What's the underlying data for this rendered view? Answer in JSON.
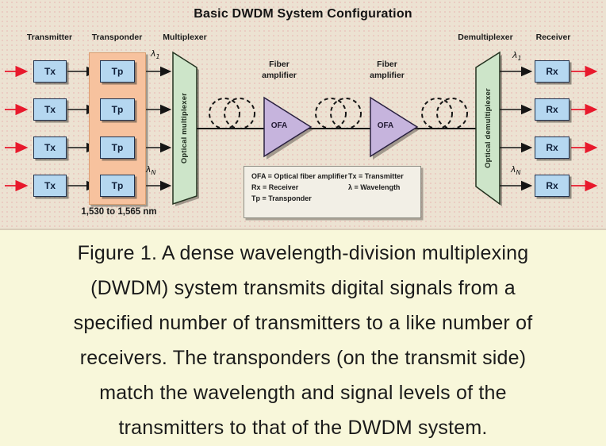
{
  "title": "Basic DWDM System Configuration",
  "diagram": {
    "column_labels": {
      "transmitter": "Transmitter",
      "transponder": "Transponder",
      "multiplexer": "Multiplexer",
      "demultiplexer": "Demultiplexer",
      "receiver": "Receiver"
    },
    "fiber_amplifier": "Fiber\namplifier",
    "tx_label": "Tx",
    "tp_label": "Tp",
    "rx_label": "Rx",
    "ofa_label": "OFA",
    "mux_text": "Optical multiplexer",
    "demux_text": "Optical demultiplexer",
    "wavelength_range": "1,530 to 1,565 nm",
    "lambda": {
      "symbol": "λ",
      "first_sub": "1",
      "last_sub": "N"
    },
    "legend": {
      "col1": [
        "OFA = Optical fiber amplifier",
        "Rx = Receiver",
        "Tp = Transponder"
      ],
      "col2": [
        "Tx = Transmitter",
        "λ = Wavelength"
      ]
    }
  },
  "caption": {
    "lines": [
      "Figure 1. A dense wavelength-division multiplexing",
      "(DWDM) system transmits digital signals from a",
      "specified number of transmitters to a like number of",
      "receivers. The transponders (on the transmit side)",
      "match the wavelength and signal levels of the",
      "transmitters to that of the DWDM system."
    ]
  },
  "colors": {
    "diagram_bg": "#ece2d2",
    "diagram_dot": "#e9c4bc",
    "caption_bg": "#f8f7da",
    "box_blue": "#b5d7f0",
    "transponder_bg": "#f7c29e",
    "mux_green": "#cde5c9",
    "ofa_purple": "#c6b4dd",
    "arrow_red": "#e8192c",
    "legend_bg": "#f2efe6"
  }
}
